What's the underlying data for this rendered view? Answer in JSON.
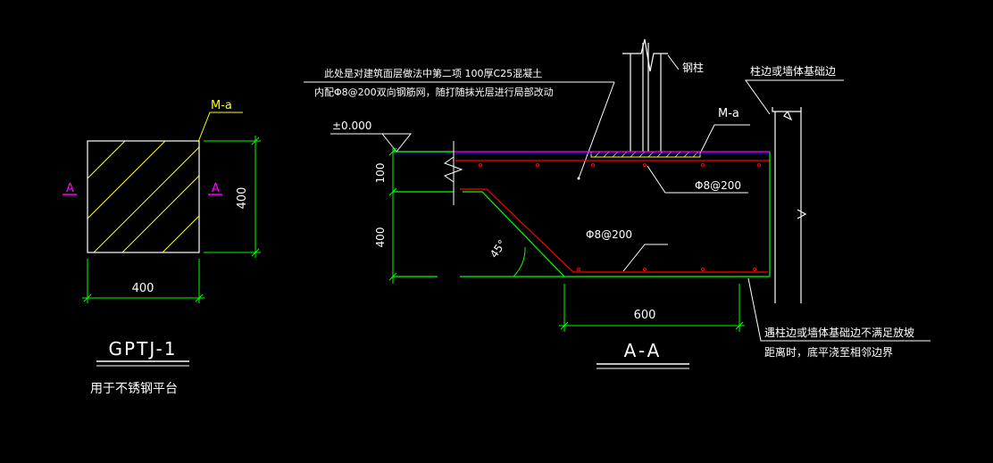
{
  "colors": {
    "background": "#000000",
    "concrete_edge": "#00ff00",
    "slab_top": "#ff00ff",
    "rebar": "#ff0000",
    "annotation": "#ffffff",
    "hatch": "#ffff00"
  },
  "plan": {
    "width_dim": "400",
    "height_dim": "400",
    "section_mark_left": "A",
    "section_mark_right": "A",
    "embed_plate_label": "M-a",
    "title": "GPTJ-1",
    "subtitle": "用于不锈钢平台"
  },
  "section": {
    "title": "A-A",
    "elevation": "±0.000",
    "note_line_1": "此处是对建筑面层做法中第二项 100厚C25混凝土",
    "note_line_2": "内配Φ8@200双向钢筋网，随打随抹光层进行局部改动",
    "steel_column_label": "钢柱",
    "foundation_edge_label": "柱边或墙体基础边",
    "embed_plate_label": "M-a",
    "rebar_top_label": "Φ8@200",
    "rebar_bottom_label": "Φ8@200",
    "angle_label": "45°",
    "dim_slab_thickness": "100",
    "dim_step_depth": "400",
    "dim_bottom_width": "600",
    "bottom_note_line_1": "遇柱边或墙体基础边不满足放坡",
    "bottom_note_line_2": "距离时，底平浇至相邻边界"
  }
}
